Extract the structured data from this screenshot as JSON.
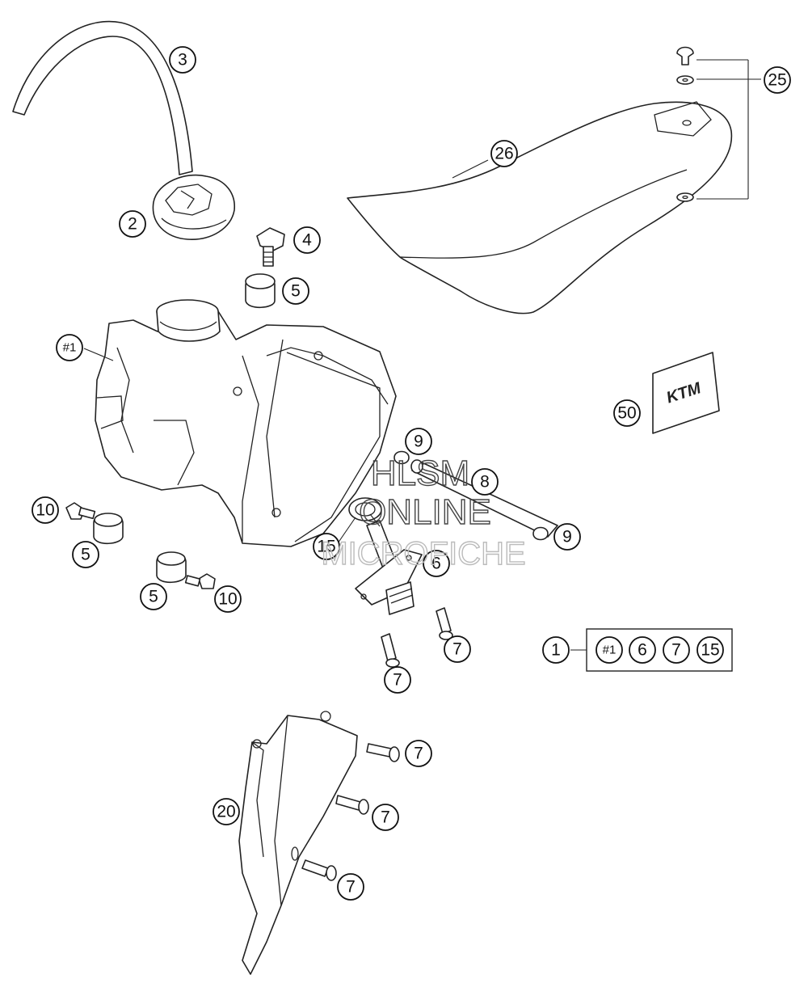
{
  "watermark": {
    "line1": "HLSM",
    "line2": "ONLINE",
    "line3": "MICROFICHE"
  },
  "callouts": {
    "c1": "1",
    "c2": "2",
    "c3": "3",
    "c4": "4",
    "c5a": "5",
    "c5b": "5",
    "c5c": "5",
    "c6": "6",
    "c7a": "7",
    "c7b": "7",
    "c7c": "7",
    "c7d": "7",
    "c7e": "7",
    "c8": "8",
    "c9a": "9",
    "c9b": "9",
    "c10a": "10",
    "c10b": "10",
    "c15": "15",
    "c20": "20",
    "c25": "25",
    "c26": "26",
    "c50": "50",
    "cTank": "#1"
  },
  "kit": {
    "items": [
      "#1",
      "6",
      "7",
      "15"
    ]
  },
  "decal": {
    "brand": "KTM"
  }
}
